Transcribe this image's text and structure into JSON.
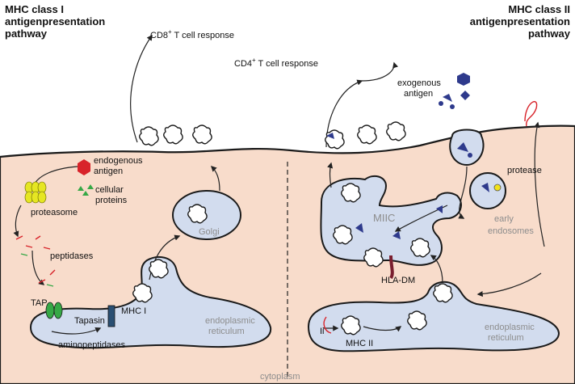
{
  "titles": {
    "mhc1_line1": "MHC class I",
    "mhc1_line2": "antigenpresentation",
    "mhc1_line3": "pathway",
    "mhc2_line1": "MHC class II",
    "mhc2_line2": "antigenpresentation",
    "mhc2_line3": "pathway"
  },
  "responses": {
    "cd8_prefix": "CD8",
    "cd8_sup": "+",
    "cd8_suffix": " T cell response",
    "cd4_prefix": "CD4",
    "cd4_sup": "+",
    "cd4_suffix": " T cell response"
  },
  "labels": {
    "endogenous_1": "endogenous",
    "endogenous_2": "antigen",
    "cellular_1": "cellular",
    "cellular_2": "proteins",
    "proteasome": "proteasome",
    "peptidases": "peptidases",
    "tap": "TAP",
    "tapasin": "Tapasin",
    "mhc1": "MHC I",
    "aminopeptidases": "aminopeptidases",
    "er1_1": "endoplasmic",
    "er1_2": "reticulum",
    "golgi": "Golgi",
    "cytoplasm": "cytoplasm",
    "exogenous_1": "exogenous",
    "exogenous_2": "antigen",
    "protease": "protease",
    "miic": "MIIC",
    "early_1": "early",
    "early_2": "endosomes",
    "hladm": "HLA-DM",
    "ii": "Ii",
    "mhc2": "MHC II",
    "er2_1": "endoplasmic",
    "er2_2": "reticulum"
  },
  "colors": {
    "cytoplasm": "#f8dccb",
    "organelle": "#d2dcee",
    "antigen_red": "#d8232a",
    "antigen_blue": "#2e3a8c",
    "proteasome": "#e6e623",
    "tap_green": "#36a846",
    "protease_yellow": "#f2e21a"
  }
}
